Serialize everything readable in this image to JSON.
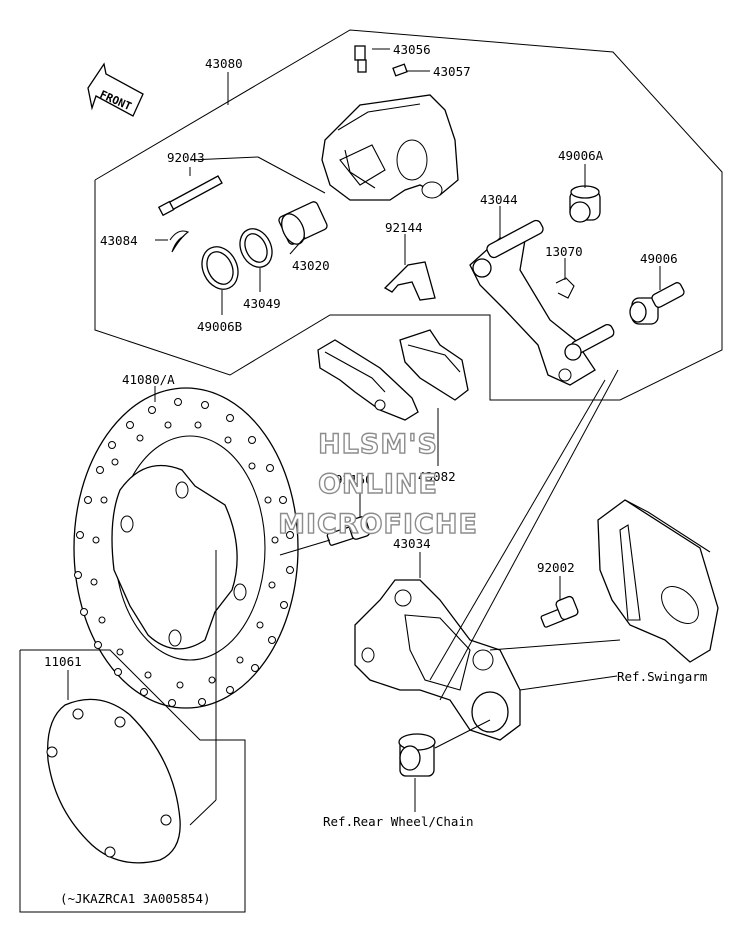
{
  "labels": {
    "p43080": "43080",
    "p43056": "43056",
    "p43057": "43057",
    "p92043": "92043",
    "p49006A": "49006A",
    "p43044": "43044",
    "p43084": "43084",
    "p92144": "92144",
    "p13070": "13070",
    "p49006": "49006",
    "p43020": "43020",
    "p43049": "43049",
    "p49006B": "49006B",
    "p41080A": "41080/A",
    "p43082": "43082",
    "p92150": "92150",
    "p43034": "43034",
    "p92002": "92002",
    "p11061": "11061",
    "ref_swingarm": "Ref.Swingarm",
    "ref_rear_wheel": "Ref.Rear Wheel/Chain",
    "serial_note": "(~JKAZRCA1 3A005854)",
    "front_arrow": "FRONT"
  },
  "watermark": {
    "line1": "HLSM'S",
    "line2": "ONLINE",
    "line3": "MICROFICHE"
  }
}
